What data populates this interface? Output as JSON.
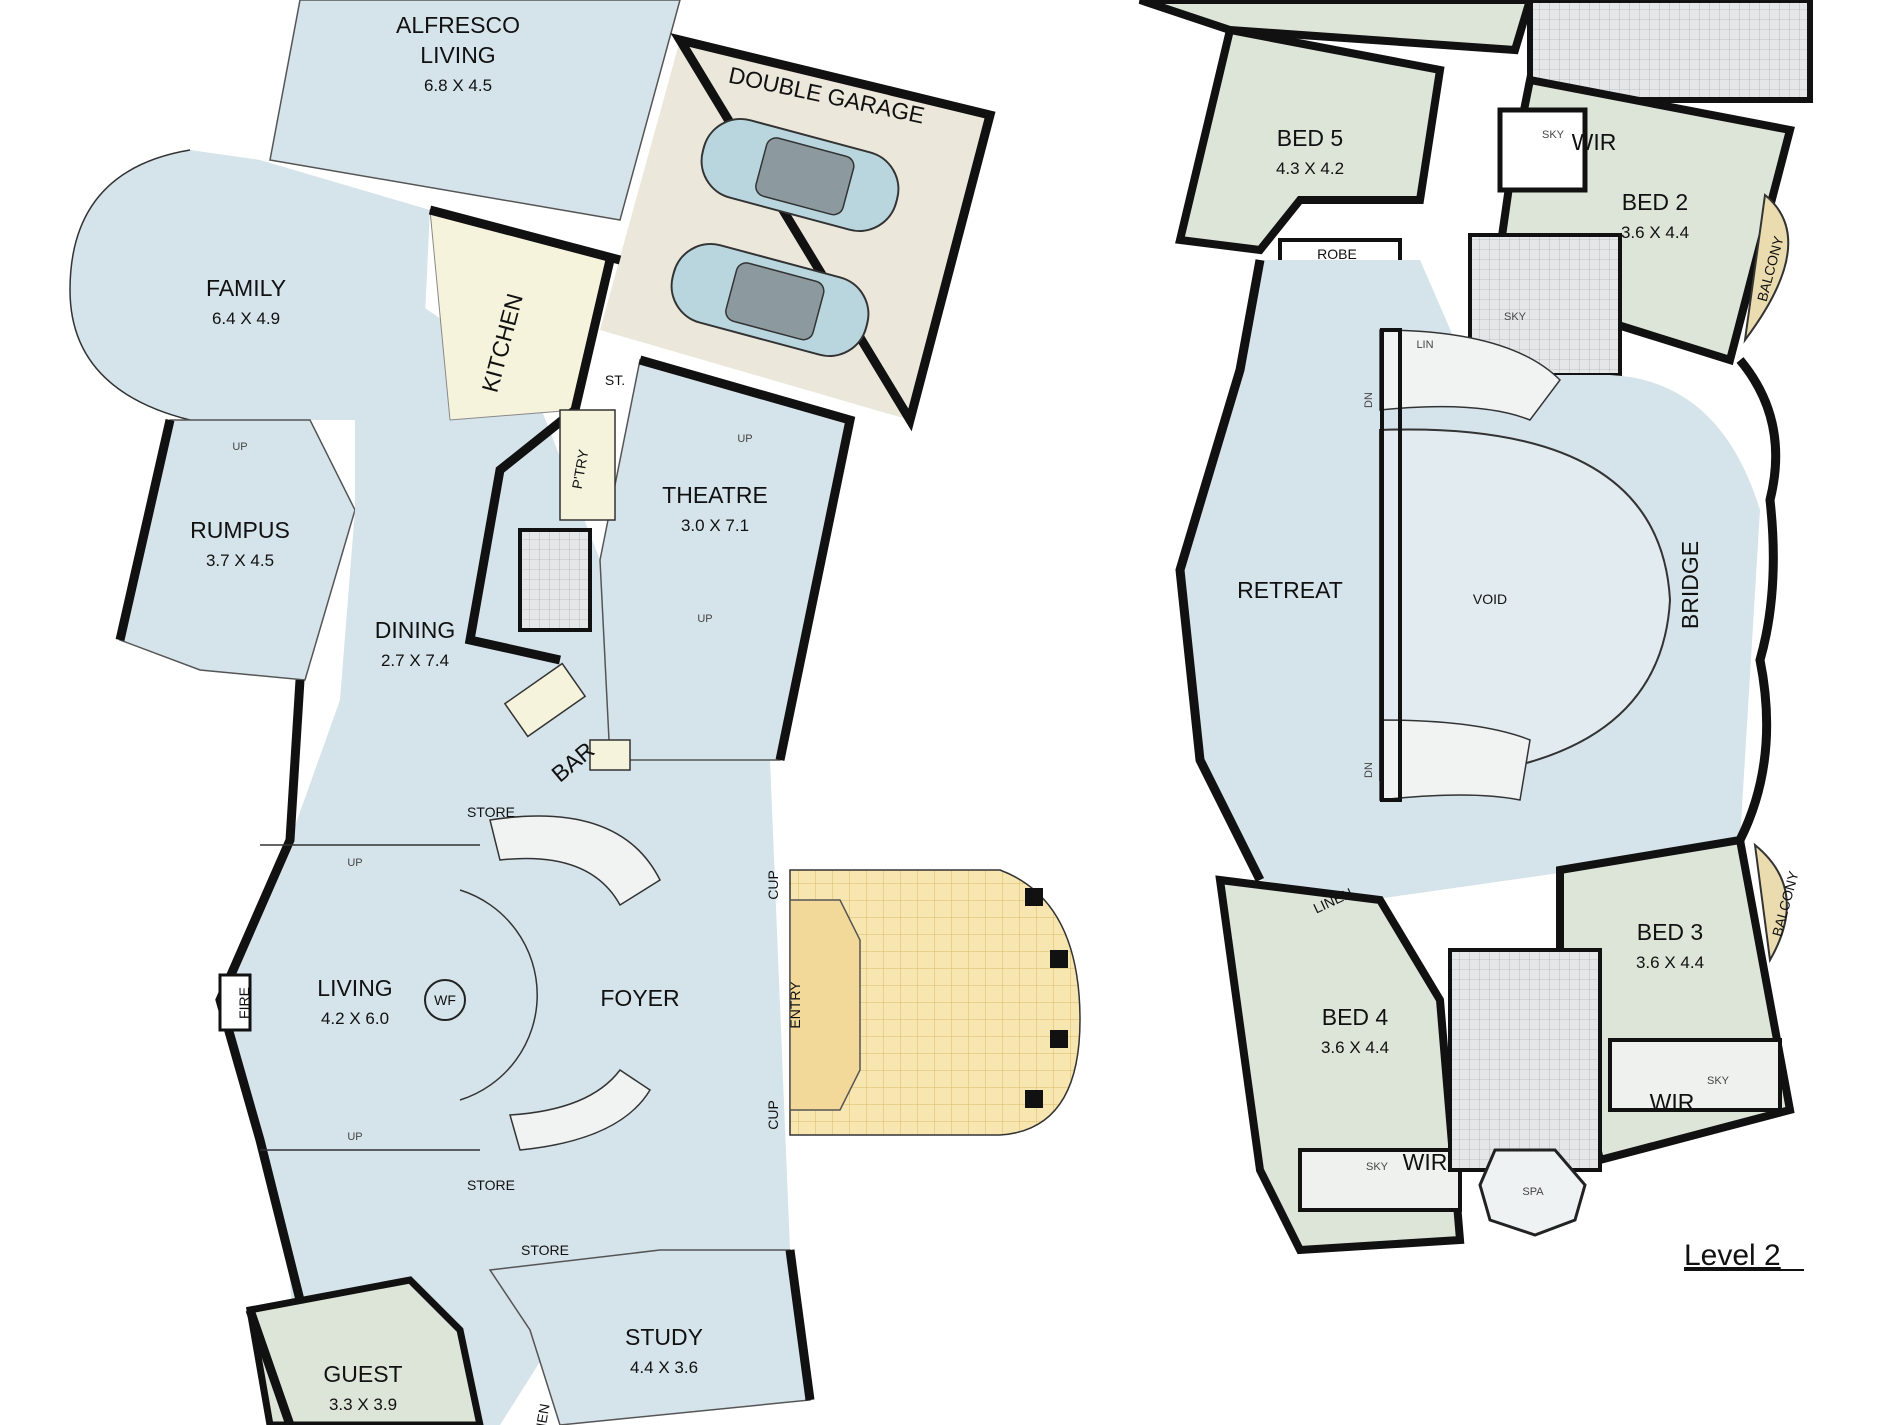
{
  "level1": {
    "rooms": {
      "alfresco": {
        "name1": "ALFRESCO",
        "name2": "LIVING",
        "dim": "6.8 X 4.5"
      },
      "garage": {
        "name": "DOUBLE GARAGE"
      },
      "family": {
        "name": "FAMILY",
        "dim": "6.4 X 4.9"
      },
      "kitchen": {
        "name": "KITCHEN"
      },
      "rumpus": {
        "name": "RUMPUS",
        "dim": "3.7 X 4.5"
      },
      "dining": {
        "name": "DINING",
        "dim": "2.7 X 7.4"
      },
      "theatre": {
        "name": "THEATRE",
        "dim": "3.0 X 7.1"
      },
      "living": {
        "name": "LIVING",
        "dim": "4.2 X 6.0"
      },
      "foyer": {
        "name": "FOYER"
      },
      "study": {
        "name": "STUDY",
        "dim": "4.4 X 3.6"
      },
      "guest": {
        "name": "GUEST",
        "dim": "3.3 X 3.9"
      }
    },
    "labels": {
      "st": "ST.",
      "ptry": "P'TRY",
      "bar": "BAR",
      "store1": "STORE",
      "store2": "STORE",
      "store3": "STORE",
      "entry": "ENTRY",
      "cup1": "CUP",
      "cup2": "CUP",
      "fire": "FIRE",
      "wf": "WF",
      "linen": "LINEN"
    },
    "stairs": {
      "up": "UP"
    }
  },
  "level2": {
    "title": "Level 2",
    "rooms": {
      "bed5": {
        "name": "BED 5",
        "dim": "4.3 X 4.2"
      },
      "bed2": {
        "name": "BED 2",
        "dim": "3.6 X 4.4"
      },
      "retreat": {
        "name": "RETREAT"
      },
      "void": {
        "name": "VOID"
      },
      "bridge": {
        "name": "BRIDGE"
      },
      "bed3": {
        "name": "BED 3",
        "dim": "3.6 X 4.4"
      },
      "bed4": {
        "name": "BED 4",
        "dim": "3.6 X 4.4"
      }
    },
    "labels": {
      "robe": "ROBE",
      "wir1": "WIR",
      "wir2": "WIR",
      "wir3": "WIR",
      "sky1": "SKY",
      "sky2": "SKY",
      "sky3": "SKY",
      "sky4": "SKY",
      "lin": "LIN",
      "linen": "LINEN",
      "balcony1": "BALCONY",
      "balcony2": "BALCONY",
      "spa": "SPA"
    },
    "stairs": {
      "dn": "DN"
    }
  },
  "colors": {
    "floor_blue": "#d5e3ea",
    "floor_green": "#dde5d8",
    "garage": "#ece7db",
    "entry_tile": "#f8e6b0",
    "kitchen": "#f6f3dc",
    "balcony": "#eadcae",
    "wall": "#111111"
  }
}
